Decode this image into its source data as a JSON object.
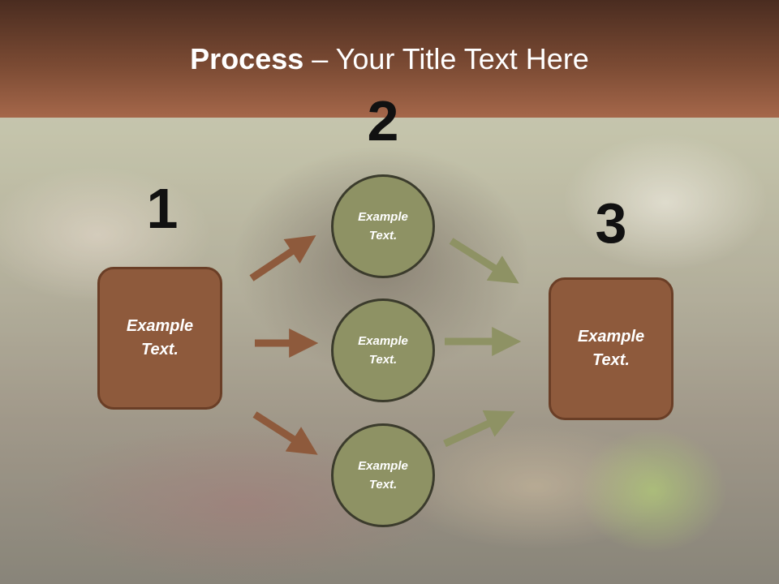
{
  "slide": {
    "title_bold": "Process",
    "title_rest": " – Your Title Text Here"
  },
  "steps": {
    "n1": "1",
    "n2": "2",
    "n3": "3"
  },
  "nodes": {
    "left_box": "Example Text.",
    "circle_top": "Example Text.",
    "circle_middle": "Example Text.",
    "circle_bottom": "Example Text.",
    "right_box": "Example Text."
  },
  "colors": {
    "title_bar": "#7a4a33",
    "box_fill": "#8e5a3c",
    "circle_fill": "#8e9264",
    "arrow_brown": "#8e5a3c",
    "arrow_olive": "#8e9264"
  }
}
